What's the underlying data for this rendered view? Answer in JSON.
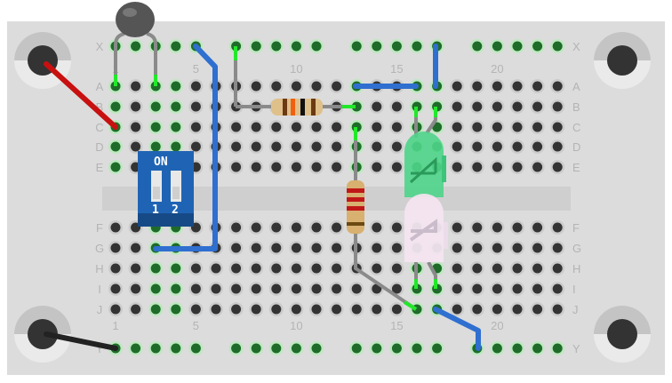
{
  "breadboard": {
    "columns": 23,
    "top_rows": [
      "A",
      "B",
      "C",
      "D",
      "E"
    ],
    "bottom_rows": [
      "F",
      "G",
      "H",
      "I",
      "J"
    ],
    "rail_top": "X",
    "rail_bottom": "Y",
    "column_numbers": [
      "1",
      "5",
      "10",
      "15",
      "20"
    ],
    "active_columns_top": [
      1,
      3,
      4,
      13,
      16,
      17
    ],
    "active_columns_bottom": [
      3,
      4,
      16,
      17
    ]
  },
  "dip_switch": {
    "on_label": "ON",
    "switch_labels": [
      "1",
      "2"
    ]
  },
  "colors": {
    "board": "#dcdcdc",
    "channel": "#cfcfcf",
    "hole_dark": "#333333",
    "hole_active": "#1f6b2a",
    "lit": "#22e82a",
    "wire_blue": "#2f6fd0",
    "wire_red": "#c81010",
    "wire_black": "#222222",
    "lead_grey": "#8a8a8a"
  }
}
